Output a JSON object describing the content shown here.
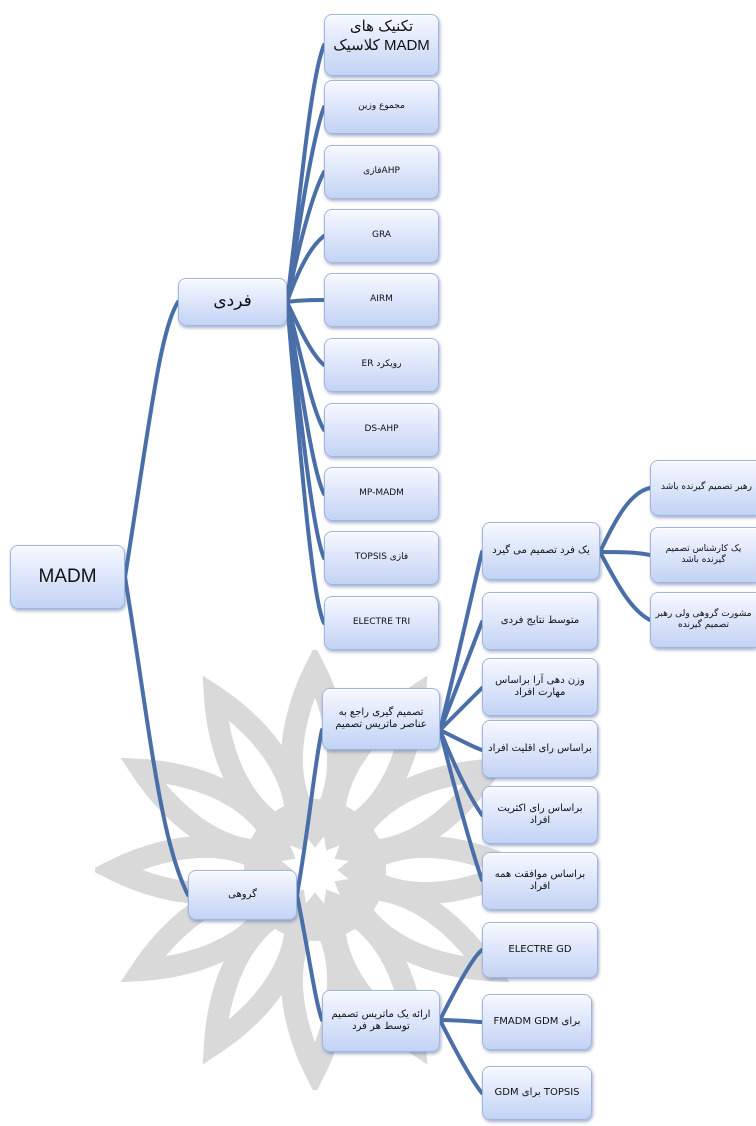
{
  "root": {
    "label": "MADM"
  },
  "individual": {
    "label": "فردی",
    "methods_title": "تکنیک های MADM کلاسیک",
    "methods": [
      "مجموع وزین",
      "AHPفازی",
      "GRA",
      "AIRM",
      "رویکرد ER",
      "DS-AHP",
      "MP-MADM",
      "فازی TOPSIS",
      "ELECTRE TRI"
    ]
  },
  "group": {
    "label": "گروهی",
    "decision_elements": {
      "label": "تصمیم گیری راجع به عناصر ماتریس تصمیم",
      "children": [
        "یک فرد تصمیم می گیرد",
        "متوسط نتایج فردی",
        "وزن دهی آرا براساس مهارت افراد",
        "براساس رای اقلیت افراد",
        "براساس رای اکثریت افراد",
        "براساس موافقت همه افراد"
      ],
      "one_person_options": [
        "رهبر تصمیم گیرنده باشد",
        "یک کارشناس تصمیم گیرنده باشد",
        "مشورت گروهی ولی رهبر تصمیم گیرنده"
      ]
    },
    "matrix_each": {
      "label": "ارائه یک ماتریس تصمیم توسط هر فرد",
      "children": [
        "ELECTRE GD",
        "برای FMADM GDM",
        "TOPSIS برای GDM"
      ]
    }
  },
  "colors": {
    "connector": "#4a6fa8",
    "box_border": "#9fb6e0",
    "box_fill": "#dfe7fb",
    "watermark": "#d9d9d9"
  }
}
